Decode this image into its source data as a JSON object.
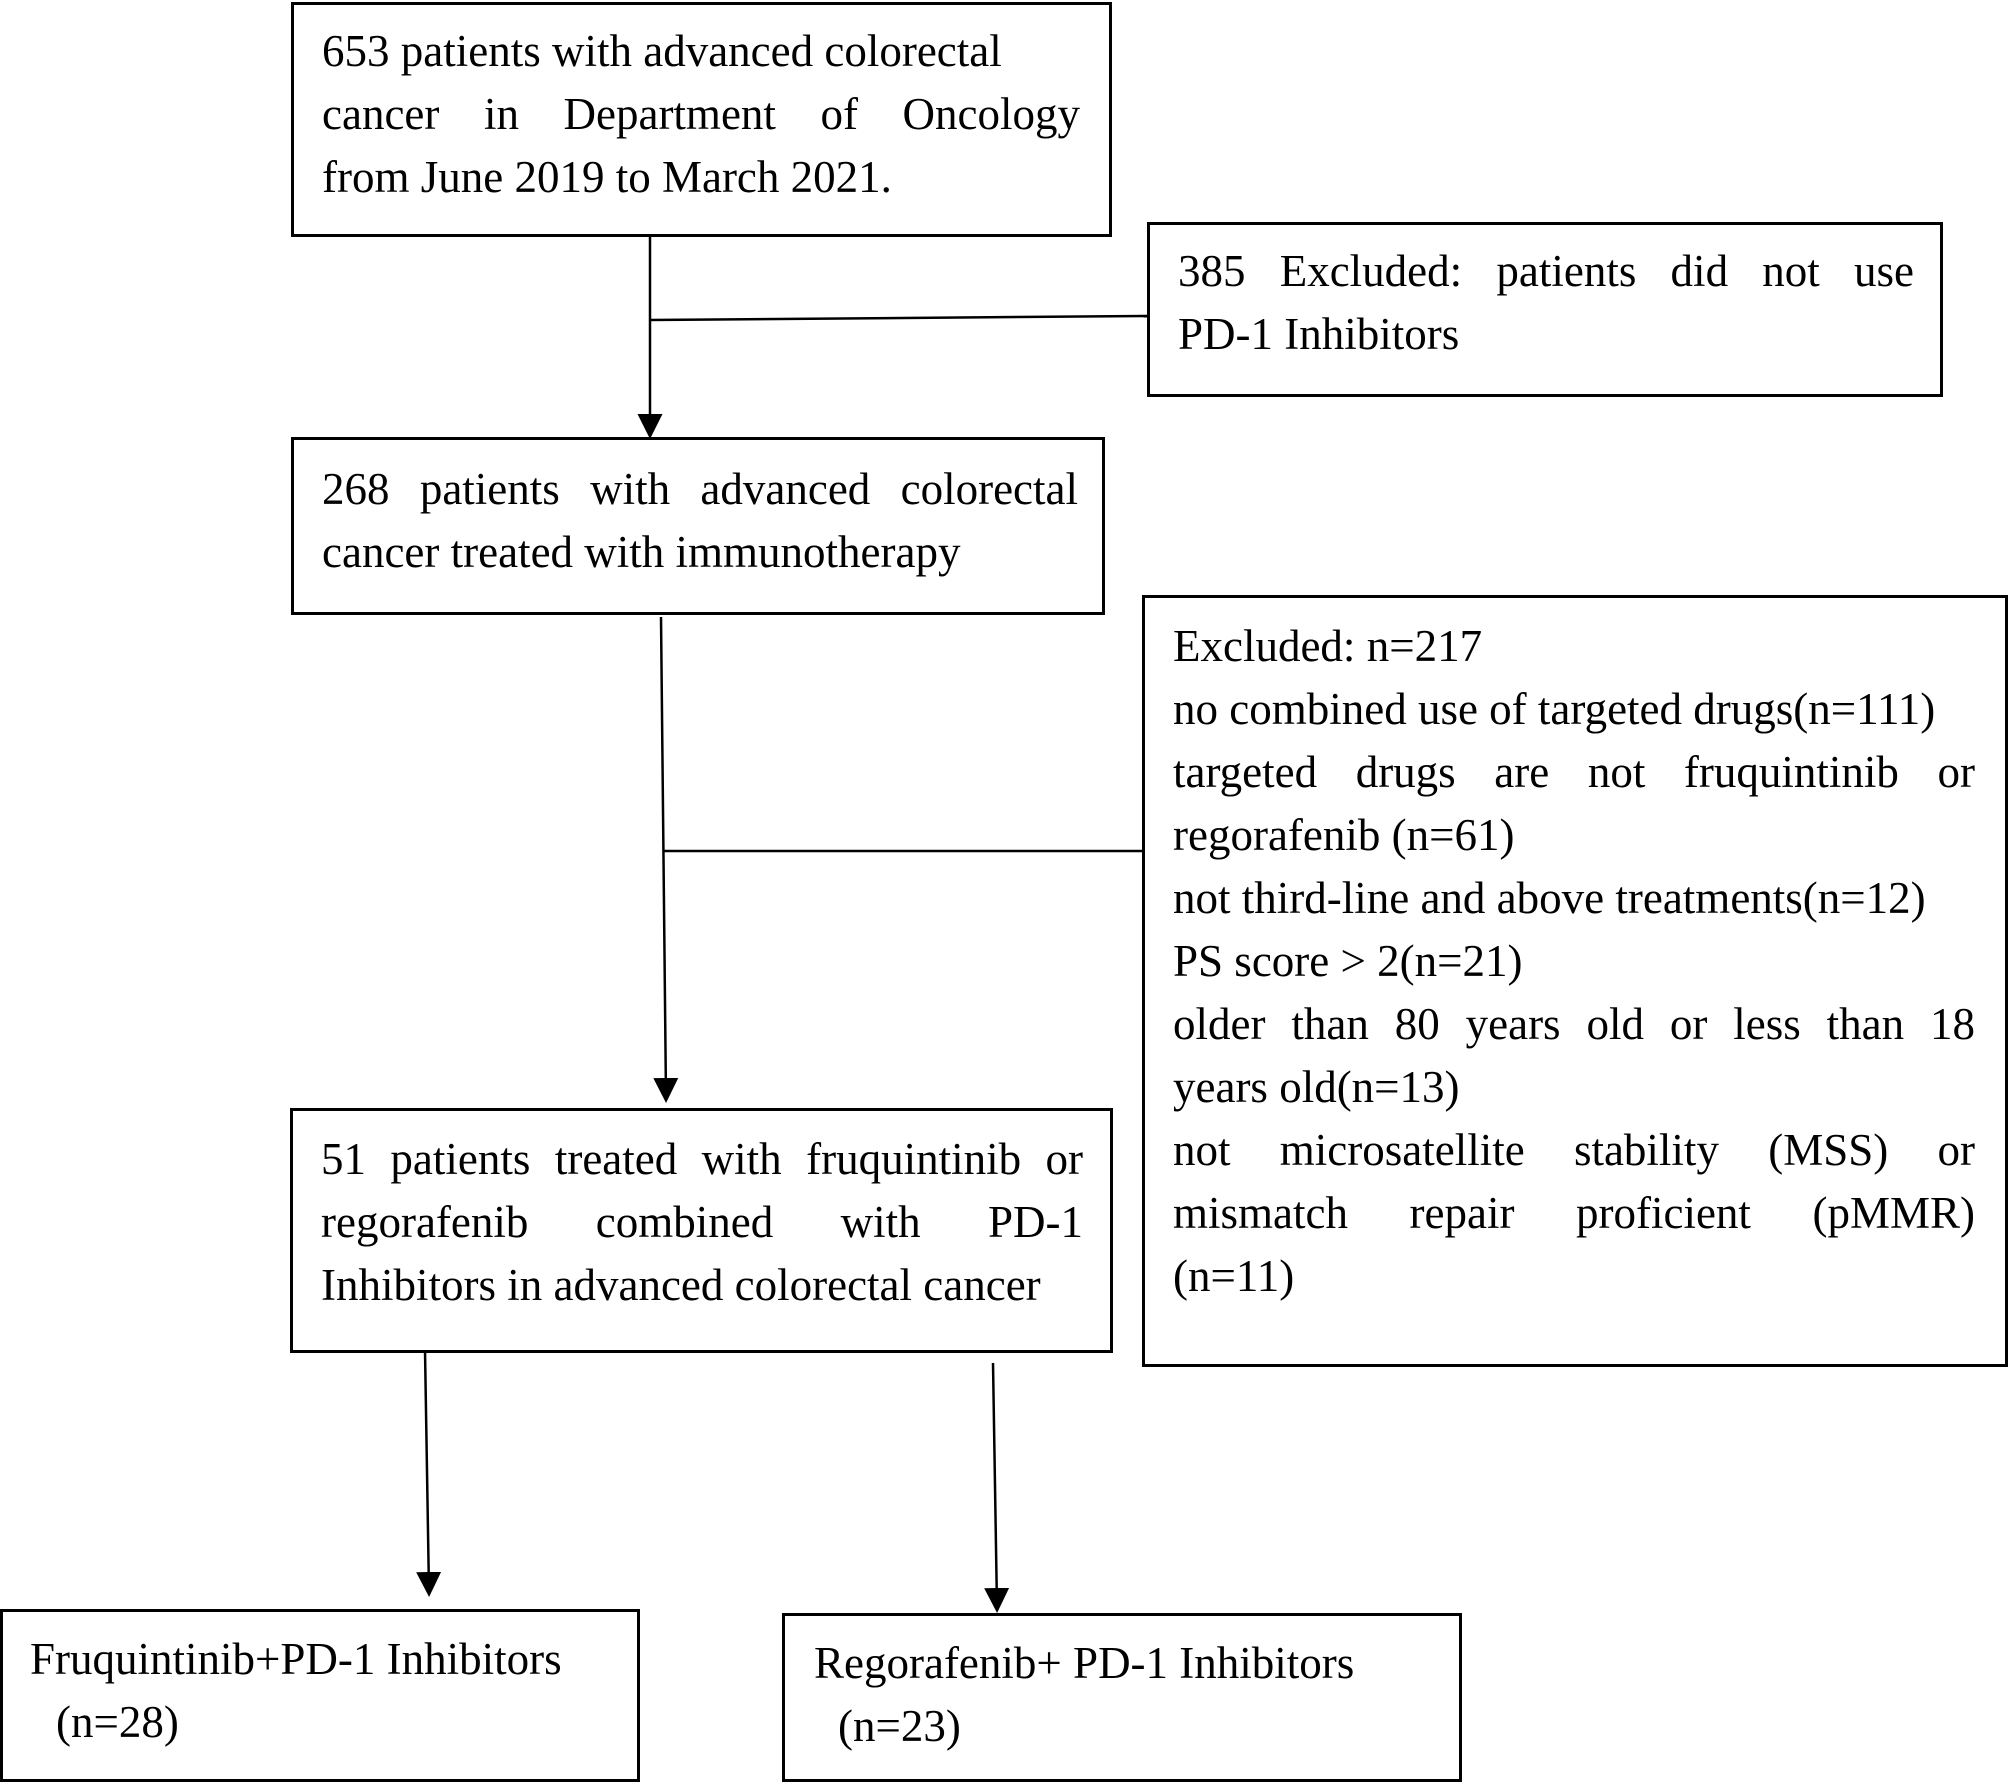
{
  "box_start": {
    "lines": [
      "653 patients with advanced colorectal",
      "cancer in Department of Oncology",
      "from June 2019 to March 2021."
    ]
  },
  "box_excluded_1": {
    "lines": [
      "385 Excluded: patients did not use",
      "PD-1 Inhibitors"
    ]
  },
  "box_immuno": {
    "lines": [
      "268 patients with advanced colorectal",
      "cancer treated with immunotherapy"
    ]
  },
  "box_excluded_2": {
    "title": "Excluded: n=217",
    "reasons": [
      "no combined use of targeted drugs(n=111)",
      "targeted drugs are not fruquintinib or",
      "regorafenib (n=61)",
      "not third-line and above treatments(n=12)",
      "PS score > 2(n=21)",
      "older than 80 years old or less than 18",
      "years old(n=13)",
      "not microsatellite stability (MSS) or",
      "mismatch repair proficient (pMMR)",
      "(n=11)"
    ]
  },
  "box_combined": {
    "lines": [
      "51 patients treated with fruquintinib or",
      "regorafenib combined with PD-1",
      "Inhibitors in advanced colorectal cancer"
    ]
  },
  "box_fruq": {
    "line1": "Fruquintinib+PD-1 Inhibitors",
    "line2": "(n=28)"
  },
  "box_rego": {
    "line1": "Regorafenib+ PD-1 Inhibitors",
    "line2": "(n=23)"
  }
}
